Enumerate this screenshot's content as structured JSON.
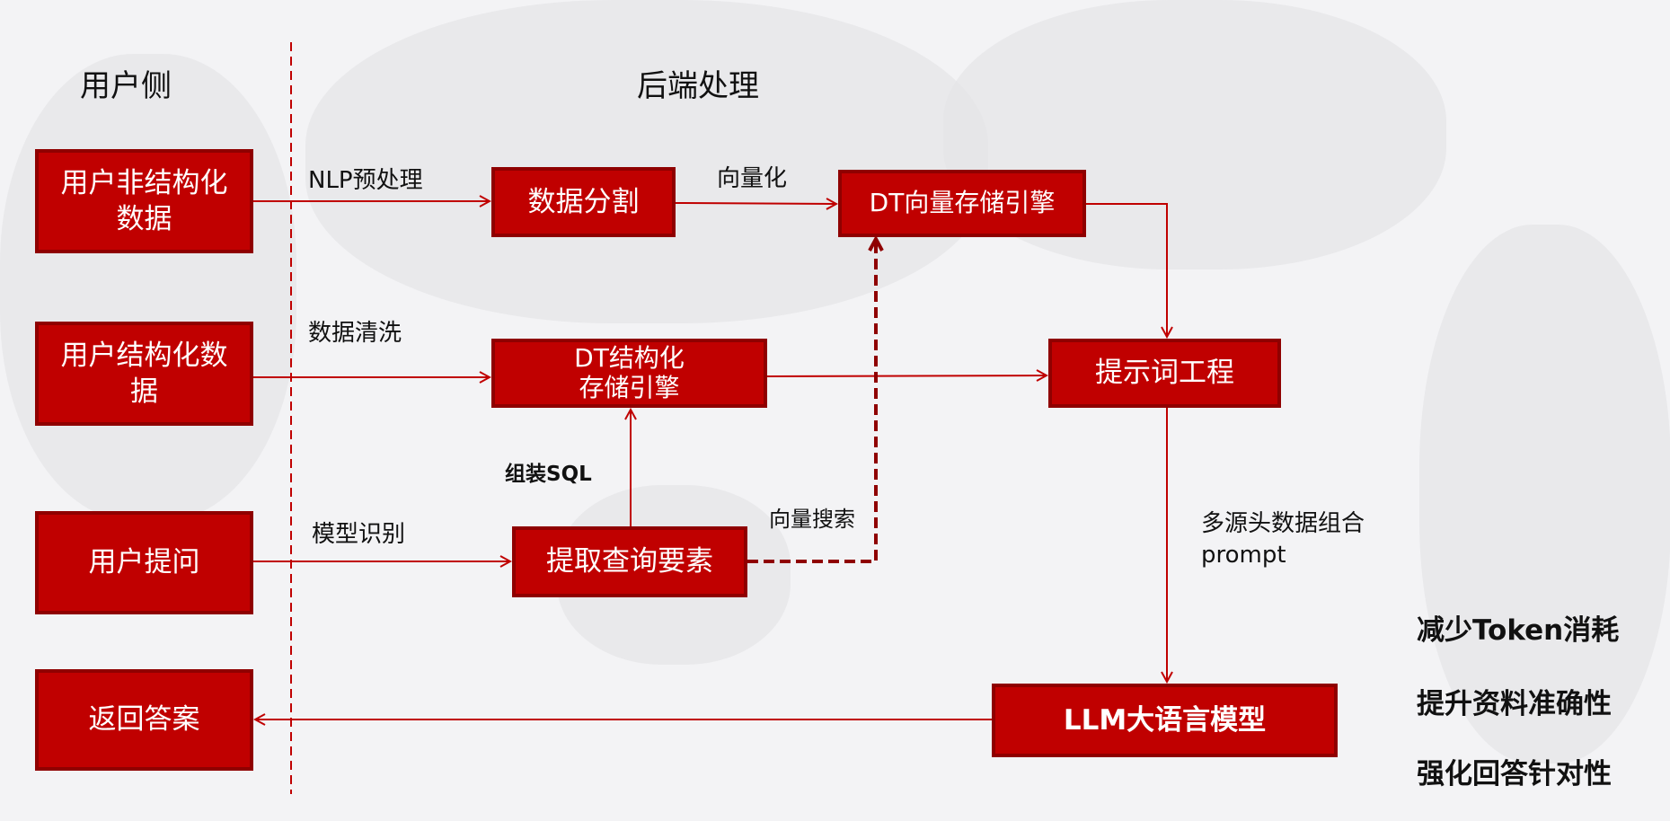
{
  "headers": {
    "user_side": "用户侧",
    "backend": "后端处理"
  },
  "user_boxes": {
    "unstructured": "用户非结构化数据",
    "structured": "用户结构化数据",
    "question": "用户提问",
    "answer": "返回答案"
  },
  "backend_boxes": {
    "split": "数据分割",
    "vector_engine": "DT向量存储引擎",
    "struct_engine_line1": "DT结构化",
    "struct_engine_line2": "存储引擎",
    "extract": "提取查询要素",
    "prompt_eng": "提示词工程",
    "llm": "LLM大语言模型"
  },
  "edge_labels": {
    "nlp": "NLP预处理",
    "vectorize": "向量化",
    "clean": "数据清洗",
    "sql": "组装SQL",
    "vector_search": "向量搜索",
    "model_recog": "模型识别",
    "multi_source": "多源头数据组合",
    "prompt": "prompt"
  },
  "benefits": [
    "减少Token消耗",
    "提升资料准确性",
    "强化回答针对性"
  ],
  "colors": {
    "box": "#c00000",
    "border": "#8f0000",
    "line": "#c00000",
    "dashed": "#8f0000"
  }
}
